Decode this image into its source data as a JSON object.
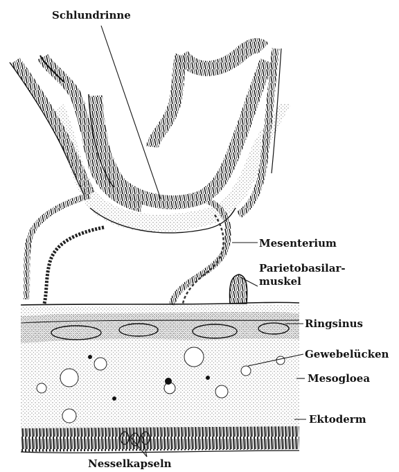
{
  "figure": {
    "labels": {
      "schlundrinne": "Schlundrinne",
      "mesenterium": "Mesenterium",
      "parietobasilar_line1": "Parietobasilar-",
      "parietobasilar_line2": "muskel",
      "ringsinus": "Ringsinus",
      "gewebeluecken": "Gewebelücken",
      "mesogloea": "Mesogloea",
      "ektoderm": "Ektoderm",
      "nesselkapseln": "Nesselkapseln"
    },
    "colors": {
      "ink": "#141414",
      "stipple": "#9a9a9a",
      "paper": "#ffffff"
    }
  }
}
